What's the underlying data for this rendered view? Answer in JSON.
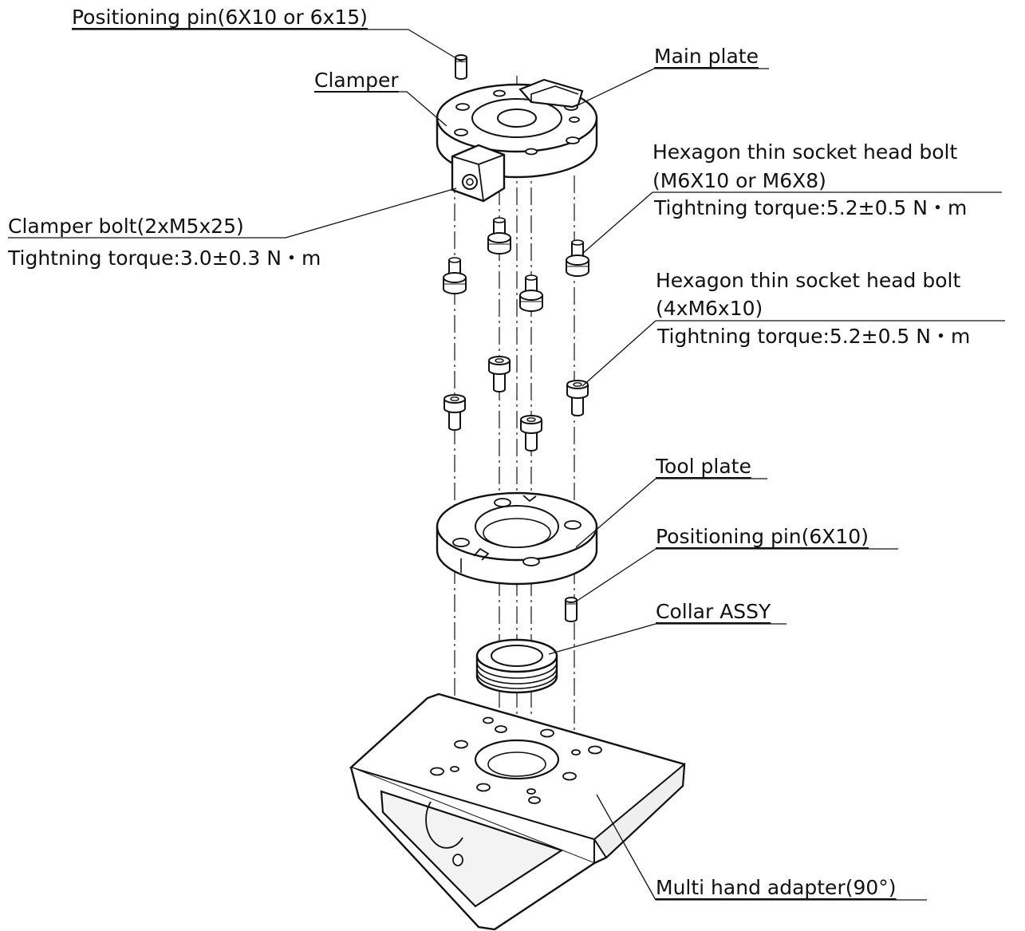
{
  "labels": {
    "positioning_pin_top": "Positioning pin(6X10 or 6x15)",
    "main_plate": "Main plate",
    "clamper": "Clamper",
    "hex_bolt_1_name": "Hexagon thin socket head bolt",
    "hex_bolt_1_spec": "(M6X10 or M6X8)",
    "hex_bolt_1_torque": "Tightning torque:5.2±0.5 N・m",
    "clamper_bolt_name": "Clamper bolt(2xM5x25)",
    "clamper_bolt_torque": "Tightning torque:3.0±0.3 N・m",
    "hex_bolt_2_name": "Hexagon thin socket head bolt",
    "hex_bolt_2_spec": "(4xM6x10)",
    "hex_bolt_2_torque": "Tightning torque:5.2±0.5 N・m",
    "tool_plate": "Tool plate",
    "positioning_pin_bottom": "Positioning pin(6X10)",
    "collar_assy": "Collar ASSY",
    "multi_hand_adapter": "Multi hand adapter(90°)"
  },
  "colors": {
    "line": "#111111",
    "part_fill": "#ffffff",
    "shade": "#e9e9e9"
  }
}
